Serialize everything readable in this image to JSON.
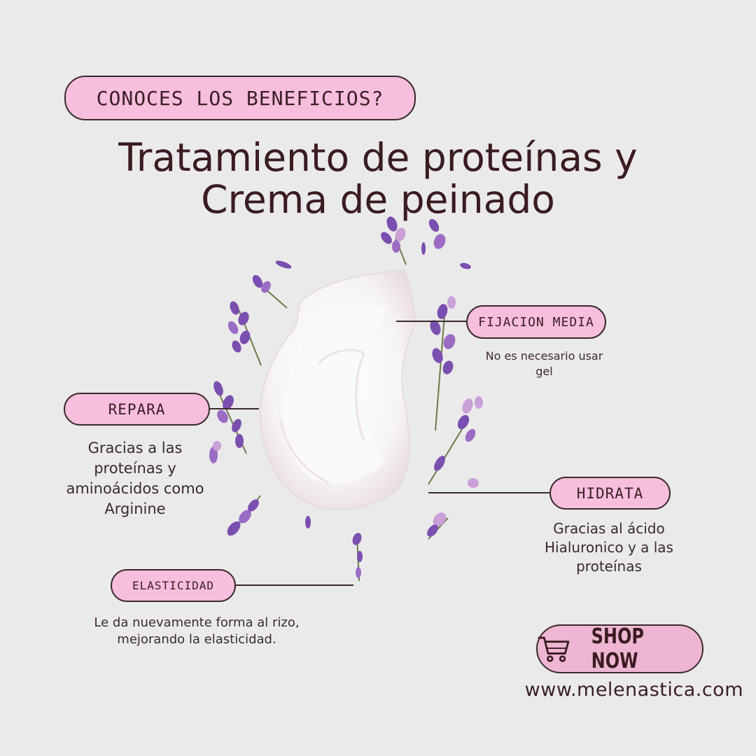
{
  "header": {
    "question": "CONOCES LOS BENEFICIOS?",
    "title_line1": "Tratamiento de proteínas y",
    "title_line2": "Crema de peinado"
  },
  "benefits": {
    "fijacion": {
      "label": "FIJACION MEDIA",
      "text": "No es necesario usar gel"
    },
    "repara": {
      "label": "REPARA",
      "text": "Gracias a las proteínas y aminoácidos como Arginine"
    },
    "hidrata": {
      "label": "HIDRATA",
      "text": "Gracias al ácido Hialuronico y a las proteínas"
    },
    "elasticidad": {
      "label": "ELASTICIDAD",
      "text": "Le da nuevamente forma al rizo, mejorando la elasticidad."
    }
  },
  "cta": {
    "label": "SHOP NOW",
    "icon": "cart-icon"
  },
  "footer": {
    "url": "www.melenastica.com"
  },
  "colors": {
    "background": "#ebeaea",
    "pill": "#f7bedd",
    "text": "#3a1c20",
    "lavender": "#7b4fb0"
  }
}
